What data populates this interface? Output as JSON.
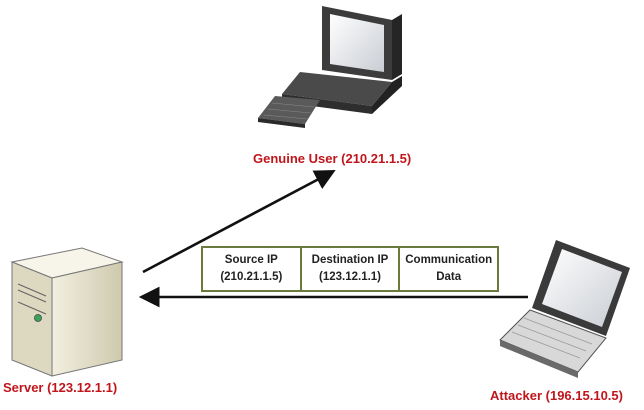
{
  "nodes": {
    "genuine_user": {
      "label": "Genuine User (210.21.1.5)"
    },
    "server": {
      "label": "Server (123.12.1.1)"
    },
    "attacker": {
      "label": "Attacker (196.15.10.5)"
    }
  },
  "packet": {
    "fields": [
      {
        "line1": "Source IP",
        "line2": "(210.21.1.5)"
      },
      {
        "line1": "Destination IP",
        "line2": "(123.12.1.1)"
      },
      {
        "line1": "Communication",
        "line2": "Data"
      }
    ]
  },
  "colors": {
    "label": "#c0161b",
    "packet_border": "#6a7a3c",
    "arrow": "#111111"
  }
}
